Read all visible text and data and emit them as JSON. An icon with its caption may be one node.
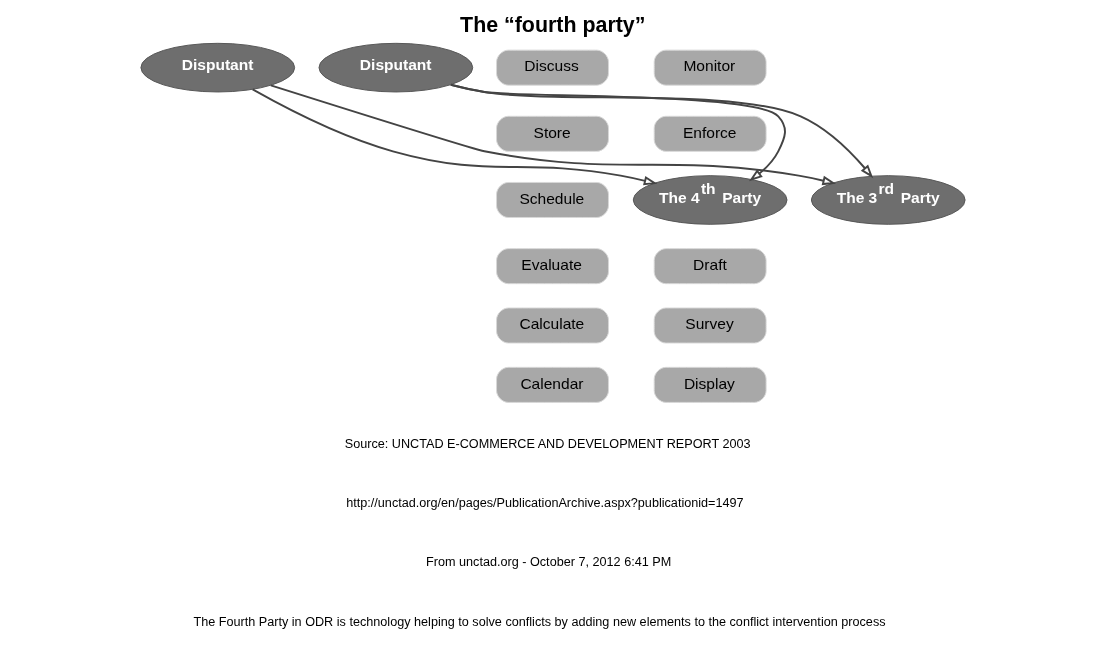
{
  "diagram": {
    "title": "The “fourth party”",
    "nodes": [
      {
        "text": [
          "Disputant"
        ]
      },
      {
        "text": [
          "Disputant"
        ]
      },
      {
        "text": [
          "Discuss"
        ]
      },
      {
        "text": [
          "Monitor"
        ]
      },
      {
        "text": [
          "Store"
        ]
      },
      {
        "text": [
          "Enforce"
        ]
      },
      {
        "text": [
          "Schedule"
        ]
      },
      {
        "text": [
          "The 4$^{th}$ Party"
        ]
      },
      {
        "text": [
          "The 3$^{rd}$ Party"
        ]
      },
      {
        "text": [
          "Evaluate"
        ]
      },
      {
        "text": [
          "Draft"
        ]
      },
      {
        "text": [
          "Calculate"
        ]
      },
      {
        "text": [
          "Survey"
        ]
      },
      {
        "text": [
          "Calendar"
        ]
      },
      {
        "text": [
          "Display"
        ]
      }
    ],
    "edges": [
      {
        "from": 0,
        "to": 7,
        "arrow": "to"
      },
      {
        "from": 0,
        "to": 8,
        "arrow": "to"
      },
      {
        "from": 1,
        "to": 7,
        "arrow": "to"
      },
      {
        "from": 1,
        "to": 8,
        "arrow": "to"
      }
    ],
    "labels": [
      "Source: UNCTAD E-COMMERCE AND DEVELOPMENT REPORT 2003",
      "http://unctad.org/en/pages/PublicationArchive.aspx?publicationid=1497",
      "From unctad.org - October 7, 2012 6:41 PM",
      "The Fourth Party in ODR is technology helping to solve conflicts by adding new elements to the conflict intervention process"
    ]
  }
}
